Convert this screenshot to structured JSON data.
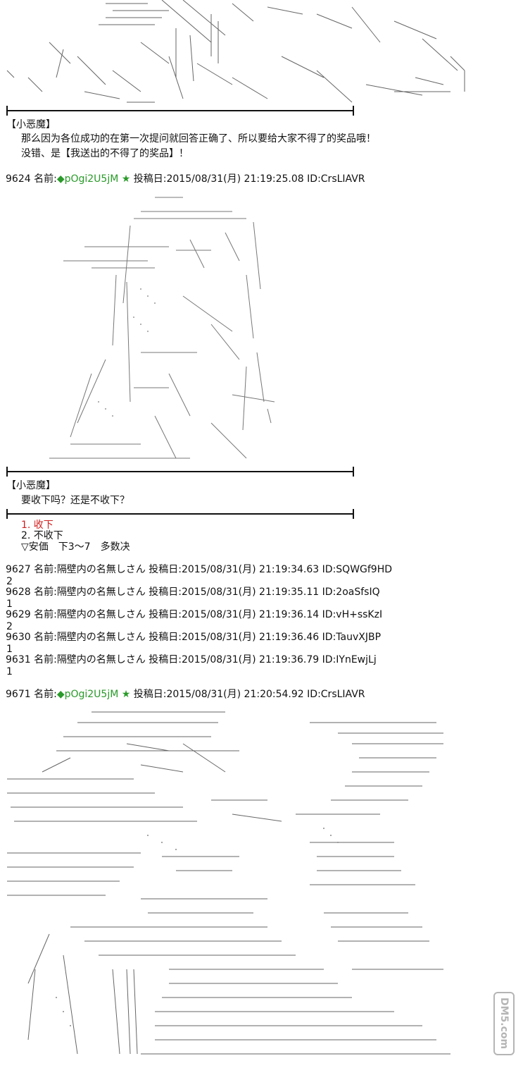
{
  "post1": {
    "speaker": "【小恶魔】",
    "lines": [
      "那么因为各位成功的在第一次提问就回答正确了、所以要给大家不得了的奖品哦！",
      "没错、是【我送出的不得了的奖品】！"
    ]
  },
  "post2": {
    "number": "9624",
    "name_label": "名前:",
    "trip": "◆pOgi2U5jM",
    "star": "★",
    "date_label": "投稿日:",
    "date": "2015/08/31(月) 21:19:25.08",
    "id": "ID:CrsLIAVR",
    "speaker": "【小恶魔】",
    "line": "要收下吗？还是不收下？",
    "choices": [
      "1. 收下",
      "2. 不收下"
    ],
    "vote_note": "▽安価　下3～7　多数决"
  },
  "replies": [
    {
      "number": "9627",
      "name_label": "名前:",
      "name": "隔壁内の名無しさん",
      "date_label": "投稿日:",
      "date": "2015/08/31(月) 21:19:34.63",
      "id": "ID:SQWGf9HD",
      "value": "2"
    },
    {
      "number": "9628",
      "name_label": "名前:",
      "name": "隔壁内の名無しさん",
      "date_label": "投稿日:",
      "date": "2015/08/31(月) 21:19:35.11",
      "id": "ID:2oaSfsIQ",
      "value": "1"
    },
    {
      "number": "9629",
      "name_label": "名前:",
      "name": "隔壁内の名無しさん",
      "date_label": "投稿日:",
      "date": "2015/08/31(月) 21:19:36.14",
      "id": "ID:vH+ssKzI",
      "value": "2"
    },
    {
      "number": "9630",
      "name_label": "名前:",
      "name": "隔壁内の名無しさん",
      "date_label": "投稿日:",
      "date": "2015/08/31(月) 21:19:36.46",
      "id": "ID:TauvXJBP",
      "value": "1"
    },
    {
      "number": "9631",
      "name_label": "名前:",
      "name": "隔壁内の名無しさん",
      "date_label": "投稿日:",
      "date": "2015/08/31(月) 21:19:36.79",
      "id": "ID:IYnEwjLj",
      "value": "1"
    }
  ],
  "post3": {
    "number": "9671",
    "name_label": "名前:",
    "trip": "◆pOgi2U5jM",
    "star": "★",
    "date_label": "投稿日:",
    "date": "2015/08/31(月) 21:20:54.92",
    "id": "ID:CrsLIAVR"
  },
  "watermark": "DM5.com",
  "colors": {
    "trip": "#2a9a2a",
    "choice_highlight": "#d02020",
    "art": "#555555"
  }
}
